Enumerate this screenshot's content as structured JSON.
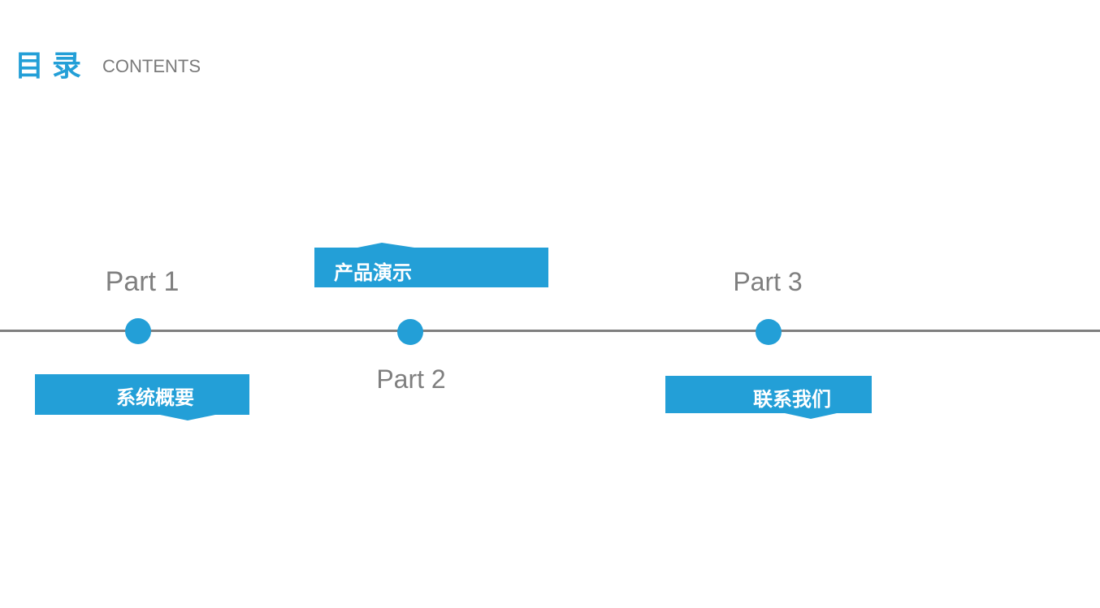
{
  "header": {
    "title": "目录",
    "subtitle": "CONTENTS"
  },
  "accent_color": "#239fd7",
  "line_color": "#7f7f7f",
  "parts": [
    {
      "label": "Part 1",
      "title": "系统概要"
    },
    {
      "label": "Part 2",
      "title": "产品演示"
    },
    {
      "label": "Part 3",
      "title": "联系我们"
    }
  ]
}
